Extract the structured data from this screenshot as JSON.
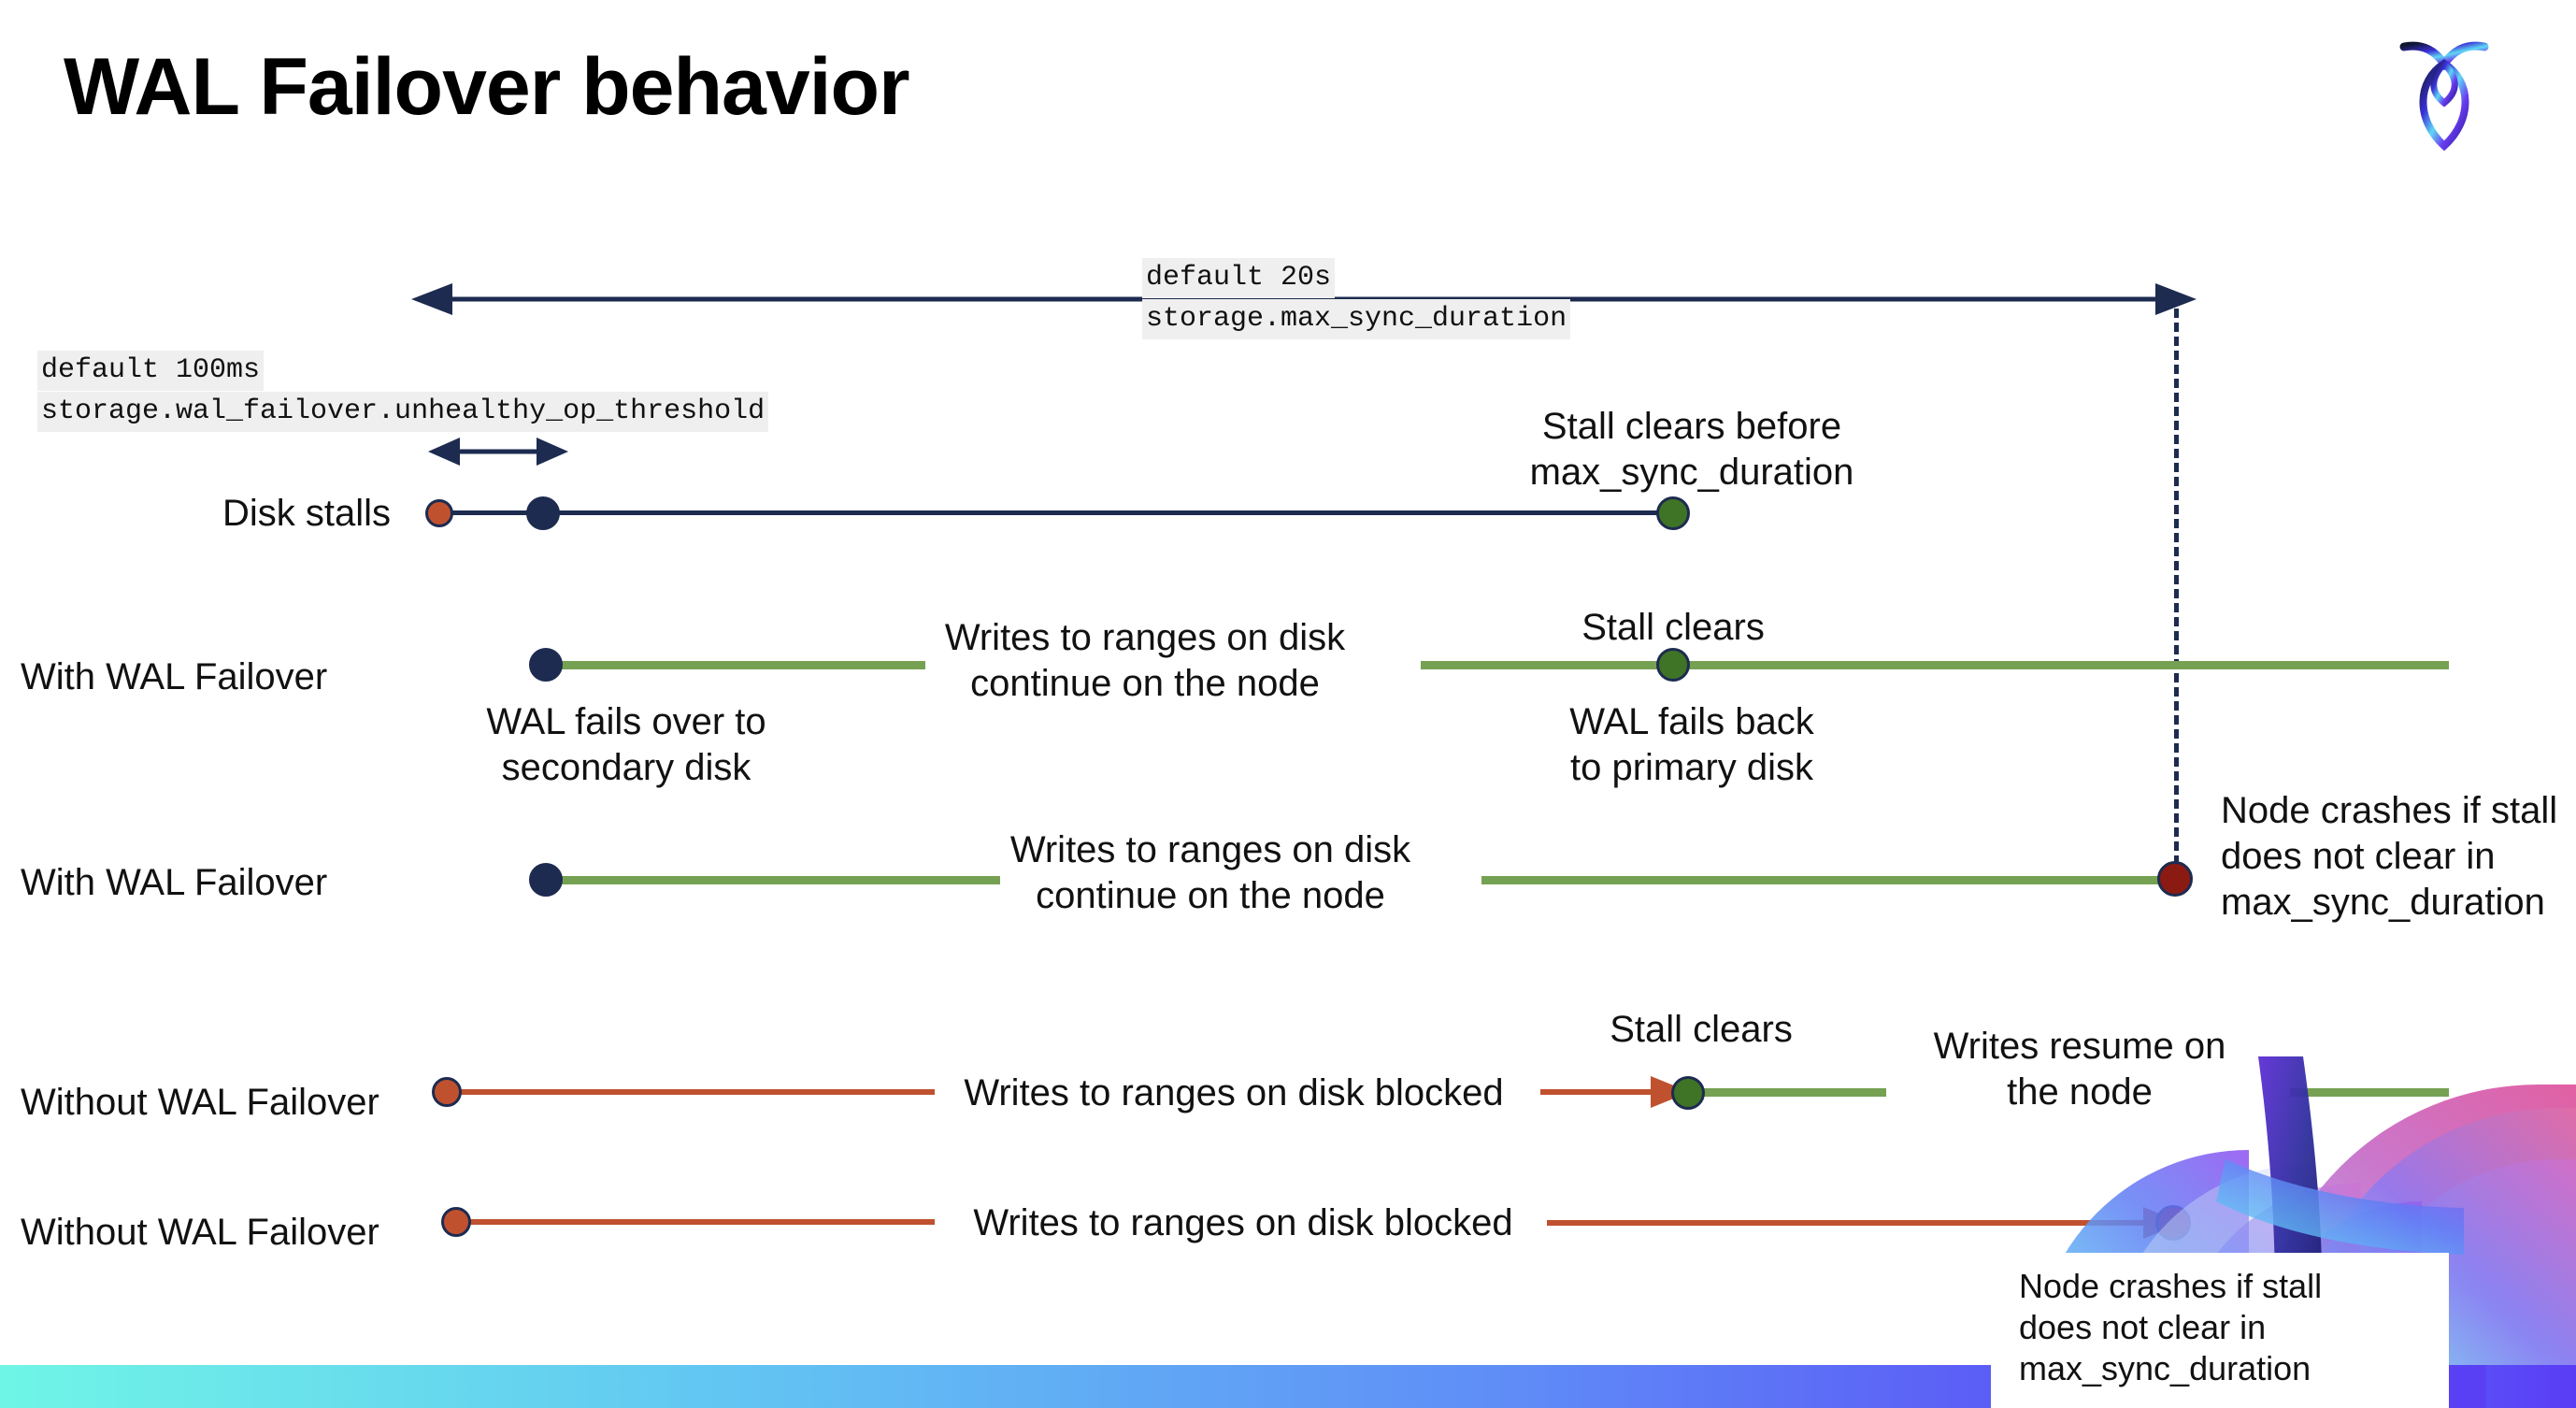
{
  "slide": {
    "title": "WAL Failover behavior",
    "logo_name": "cockroachdb-logo"
  },
  "settings": {
    "max_sync": {
      "default_label": "default 20s",
      "setting_label": "storage.max_sync_duration"
    },
    "unhealthy_op": {
      "default_label": "default 100ms",
      "setting_label": "storage.wal_failover.unhealthy_op_threshold"
    }
  },
  "rows": [
    {
      "id": "disk-stalls",
      "label": "Disk stalls",
      "annotations": [
        "Stall clears before\nmax_sync_duration"
      ]
    },
    {
      "id": "with-wal-failover-clears",
      "label": "With WAL Failover",
      "annotations": [
        "WAL fails over to\nsecondary disk",
        "Writes to ranges on disk\ncontinue on the node",
        "Stall clears",
        "WAL fails  back\nto primary disk"
      ]
    },
    {
      "id": "with-wal-failover-crash",
      "label": "With WAL Failover",
      "annotations": [
        "Writes to ranges on disk\ncontinue on the node",
        "Node crashes if stall\ndoes not clear in\nmax_sync_duration"
      ]
    },
    {
      "id": "without-wal-failover-clears",
      "label": "Without WAL Failover",
      "annotations": [
        "Writes to ranges on disk  blocked",
        "Stall clears",
        "Writes resume on\nthe node"
      ]
    },
    {
      "id": "without-wal-failover-crash",
      "label": "Without WAL Failover",
      "annotations": [
        "Writes to ranges on disk  blocked",
        "Node crashes if stall\ndoes not clear in\nmax_sync_duration"
      ]
    }
  ],
  "text": {
    "disk_stalls_label": "Disk stalls",
    "with_wal_failover_label": "With WAL Failover",
    "without_wal_failover_label": "Without WAL Failover",
    "stall_clears_before": "Stall clears before\nmax_sync_duration",
    "stall_clears": "Stall clears",
    "wal_fails_over": "WAL fails over to\nsecondary disk",
    "wal_fails_back": "WAL fails  back\nto primary disk",
    "writes_continue": "Writes to ranges on disk\ncontinue on the node",
    "writes_blocked": "Writes to ranges on disk  blocked",
    "writes_resume": "Writes resume on\nthe node",
    "node_crashes": "Node crashes if stall\ndoes not clear in\nmax_sync_duration"
  },
  "colors": {
    "navy": "#1d2b50",
    "green_line": "#76a153",
    "green_dot": "#3f7427",
    "orange": "#c0512f",
    "dark_red": "#8b1a12",
    "code_bg": "#efefef",
    "bar_left": "#6ff5e6",
    "bar_right": "#5a3cf5"
  }
}
